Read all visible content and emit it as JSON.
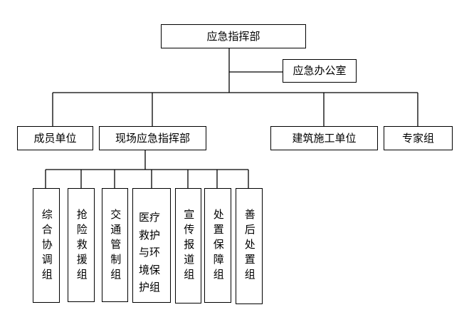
{
  "top": "应急指挥部",
  "office": "应急办公室",
  "level2": {
    "members": "成员单位",
    "field_command": "现场应急指挥部",
    "construction": "建筑施工单位",
    "experts": "专家组"
  },
  "groups": [
    "综合协调组",
    "抢险救援组",
    "交通管制组",
    "医疗救护与环境保护组",
    "宣传报道组",
    "处置保障组",
    "善后处置组"
  ]
}
